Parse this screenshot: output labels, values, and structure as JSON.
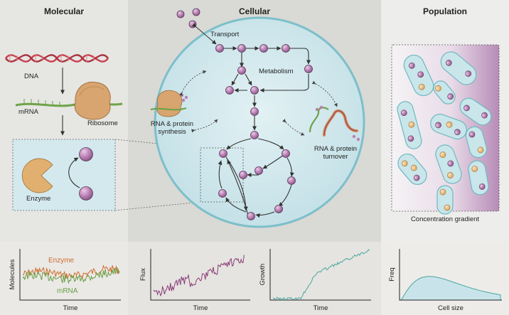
{
  "panels": {
    "molecular": {
      "title": "Molecular",
      "labels": {
        "dna": "DNA",
        "mrna": "mRNA",
        "ribosome": "Ribosome",
        "enzyme": "Enzyme"
      }
    },
    "cellular": {
      "title": "Cellular",
      "labels": {
        "transport": "Transport",
        "metabolism": "Metabolism",
        "synthesis_1": "RNA & protein",
        "synthesis_2": "synthesis",
        "turnover_1": "RNA & protein",
        "turnover_2": "turnover"
      }
    },
    "population": {
      "title": "Population",
      "labels": {
        "gradient": "Concentration gradient"
      }
    }
  },
  "plots": {
    "molecules": {
      "ylabel": "Molecules",
      "xlabel": "Time",
      "series": [
        "Enzyme",
        "mRNA"
      ]
    },
    "flux": {
      "ylabel": "Flux",
      "xlabel": "Time"
    },
    "growth": {
      "ylabel": "Growth",
      "xlabel": "Time"
    },
    "freq": {
      "ylabel": "Freq",
      "xlabel": "Cell size"
    }
  },
  "colors": {
    "panel_left": "#e6e6e3",
    "panel_mid": "#d9d9d5",
    "panel_right": "#ededec",
    "cell_fill": "#cfe7ec",
    "cell_border": "#7dbfca",
    "molecule": "#b97fb3",
    "enzyme": "#e1b071",
    "ribosome": "#d8a46f",
    "mrna": "#6fa348",
    "dna": "#c8414e",
    "enzyme_trace": "#d06b2a",
    "mrna_trace": "#6a9e45",
    "flux_trace": "#8a3a78",
    "growth_trace": "#4aa6a2",
    "hist_fill": "#c8e4ea"
  }
}
